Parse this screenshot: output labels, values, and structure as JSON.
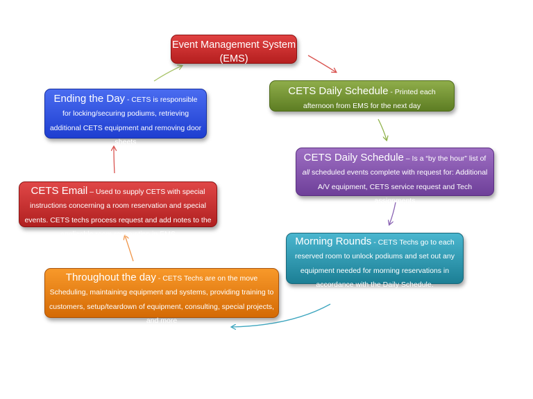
{
  "colors": {
    "ems": "#c92a2a",
    "daily_schedule": "#779b32",
    "daily_list": "#8652b0",
    "morning_rounds": "#2b9ab3",
    "throughout_day": "#e8830f",
    "cets_email": "#c93030",
    "ending_day": "#2f55e0"
  },
  "nodes": {
    "ems": {
      "title": "Event Management System (EMS)"
    },
    "daily_schedule": {
      "title": "CETS Daily Schedule",
      "desc": " - Printed each afternoon from EMS for the next day"
    },
    "daily_list": {
      "title": "CETS Daily Schedule",
      "desc_a": " – Is a “by the hour” list of ",
      "desc_italic": "all",
      "desc_b": " scheduled events complete with request for: Additional A/V equipment, CETS service request and Tech assignments"
    },
    "morning_rounds": {
      "title": "Morning Rounds",
      "desc": " - CETS Techs go to each reserved room to unlock podiums and set out any equipment needed for morning reservations in accordance with the Daily Schedule."
    },
    "throughout_day": {
      "title": "Throughout the day",
      "desc": " - CETS Techs are on the move Scheduling, maintaining equipment and systems, providing training to customers, setup/teardown of equipment, consulting, special projects, and more"
    },
    "cets_email": {
      "title": "CETS Email",
      "desc": " – Used to supply CETS with special instructions concerning a room reservation and special events. CETS techs process request and add notes to the applicable room reservation in EMS"
    },
    "ending_day": {
      "title": "Ending the Day",
      "desc": " - CETS is responsible for locking/securing podiums, retrieving additional CETS equipment and removing door sheets"
    }
  }
}
